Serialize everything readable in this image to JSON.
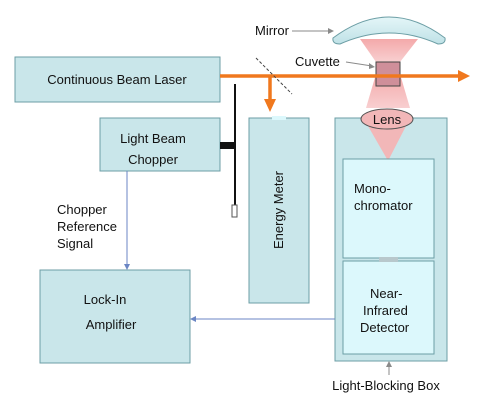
{
  "labels": {
    "laser": "Continuous Beam Laser",
    "chopper_line1": "Light Beam",
    "chopper_line2": "Chopper",
    "chopper_signal_line1": "Chopper",
    "chopper_signal_line2": "Reference",
    "chopper_signal_line3": "Signal",
    "lockin_line1": "Lock-In",
    "lockin_line2": "Amplifier",
    "energy_meter": "Energy Meter",
    "mirror": "Mirror",
    "cuvette": "Cuvette",
    "lens": "Lens",
    "mono_line1": "Mono-",
    "mono_line2": "chromator",
    "nir_line1": "Near-",
    "nir_line2": "Infrared",
    "nir_line3": "Detector",
    "light_box": "Light-Blocking Box"
  },
  "colors": {
    "box_fill": "#c9e6ea",
    "box_stroke": "#6c9ea5",
    "inner_fill": "#dcf8fc",
    "beam": "#f0781e",
    "pink": "#f2b7b8",
    "signal_line": "#6b86c4",
    "pointer": "#8a8a8a"
  }
}
